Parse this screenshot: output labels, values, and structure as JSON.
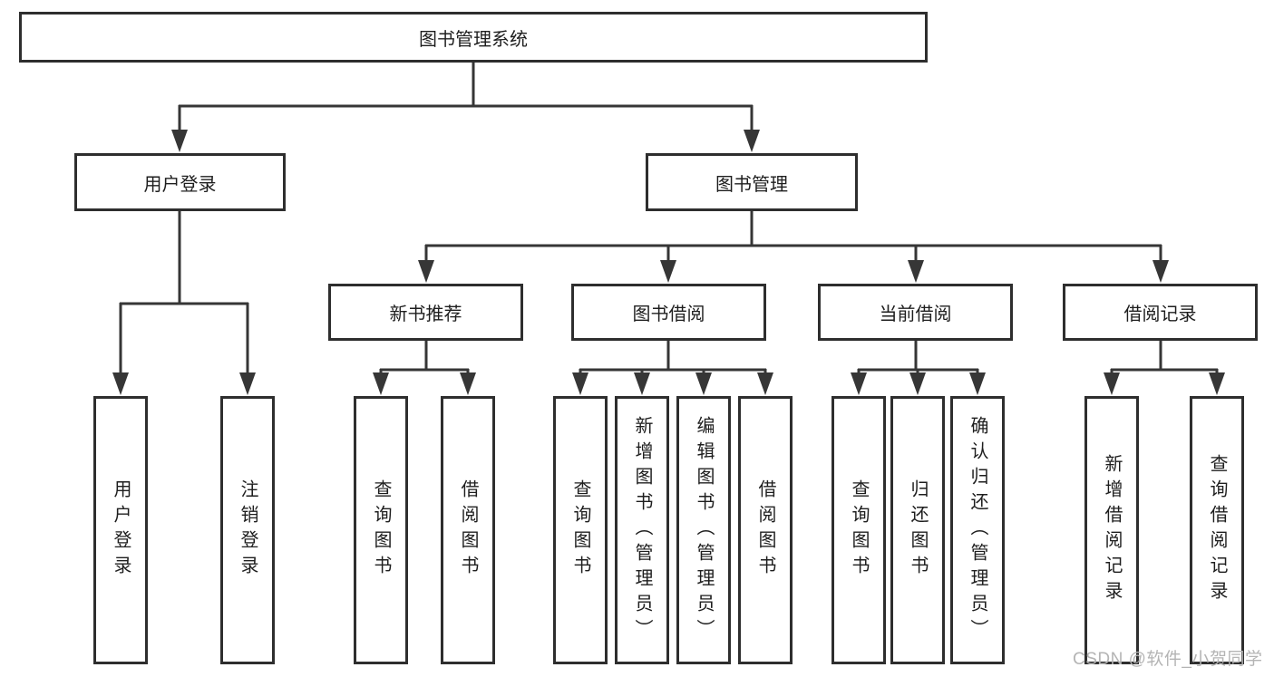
{
  "tree": {
    "label": "图书管理系统",
    "children": [
      {
        "label": "用户登录",
        "children": [
          {
            "label": "用户登录"
          },
          {
            "label": "注销登录"
          }
        ]
      },
      {
        "label": "图书管理",
        "children": [
          {
            "label": "新书推荐",
            "children": [
              {
                "label": "查询图书"
              },
              {
                "label": "借阅图书"
              }
            ]
          },
          {
            "label": "图书借阅",
            "children": [
              {
                "label": "查询图书"
              },
              {
                "label": "新增图书（管理员）"
              },
              {
                "label": "编辑图书（管理员）"
              },
              {
                "label": "借阅图书"
              }
            ]
          },
          {
            "label": "当前借阅",
            "children": [
              {
                "label": "查询图书"
              },
              {
                "label": "归还图书"
              },
              {
                "label": "确认归还（管理员）"
              }
            ]
          },
          {
            "label": "借阅记录",
            "children": [
              {
                "label": "新增借阅记录"
              },
              {
                "label": "查询借阅记录"
              }
            ]
          }
        ]
      }
    ]
  },
  "watermark": {
    "text": "CSDN @软件_小贺同学"
  },
  "colors": {
    "line": "#363636",
    "box_border": "#2e2e2e",
    "text": "#1e1e1e",
    "watermark": "#b4b4b4",
    "background": "#ffffff"
  }
}
